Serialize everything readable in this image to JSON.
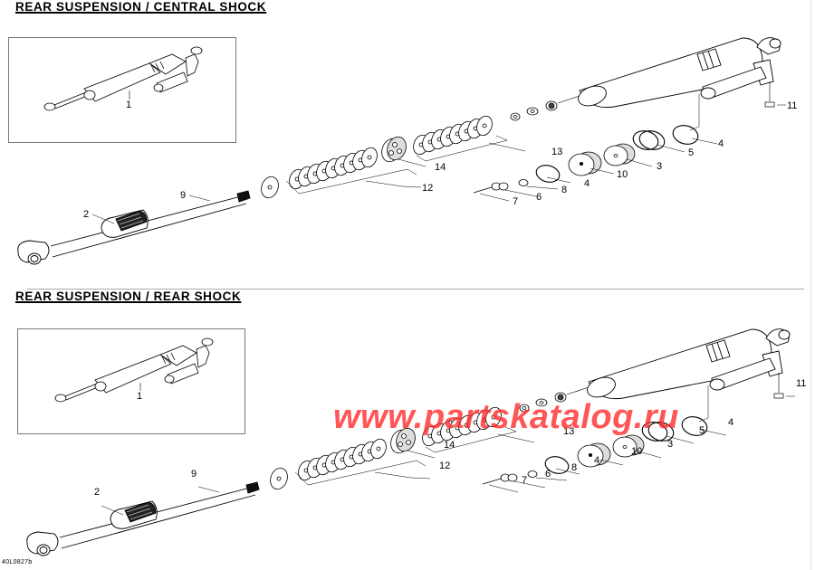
{
  "sections": [
    {
      "title": "REAR SUSPENSION / CENTRAL SHOCK",
      "inset_label": "1",
      "callouts": {
        "c2": "2",
        "c9": "9",
        "c12": "12",
        "c13": "13",
        "c14": "14",
        "c4a": "4",
        "c8": "8",
        "c6": "6",
        "c7": "7",
        "c10": "10",
        "c3": "3",
        "c5": "5",
        "c4b": "4",
        "c11": "11"
      }
    },
    {
      "title": "REAR SUSPENSION / REAR SHOCK",
      "inset_label": "1",
      "callouts": {
        "c2": "2",
        "c9": "9",
        "c12": "12",
        "c13": "13",
        "c14": "14",
        "c4a": "4",
        "c8": "8",
        "c6": "6",
        "c7": "7",
        "c10": "10",
        "c3": "3",
        "c5": "5",
        "c4b": "4",
        "c11": "11"
      }
    }
  ],
  "footer": {
    "drawing_code": "40L0827b"
  },
  "watermark": {
    "text": "www.partskatalog.ru",
    "color": "#ff2828"
  }
}
